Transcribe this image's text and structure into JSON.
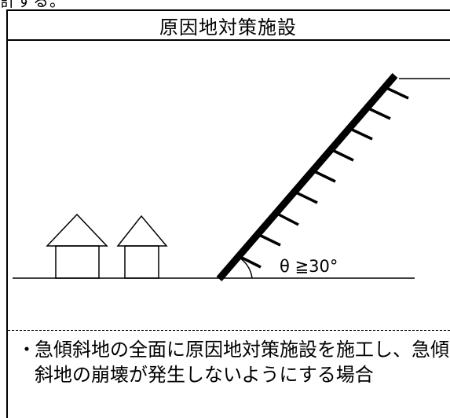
{
  "top_fragment": "計する。",
  "title": "原因地対策施設",
  "angle_label": "θ ≧30°",
  "caption": {
    "bullet": "・",
    "text": "急傾斜地の全面に原因地対策施設を施工し、急傾斜地の崩壊が発生しないようにする場合"
  },
  "colors": {
    "line": "#000000",
    "background": "#ffffff"
  }
}
